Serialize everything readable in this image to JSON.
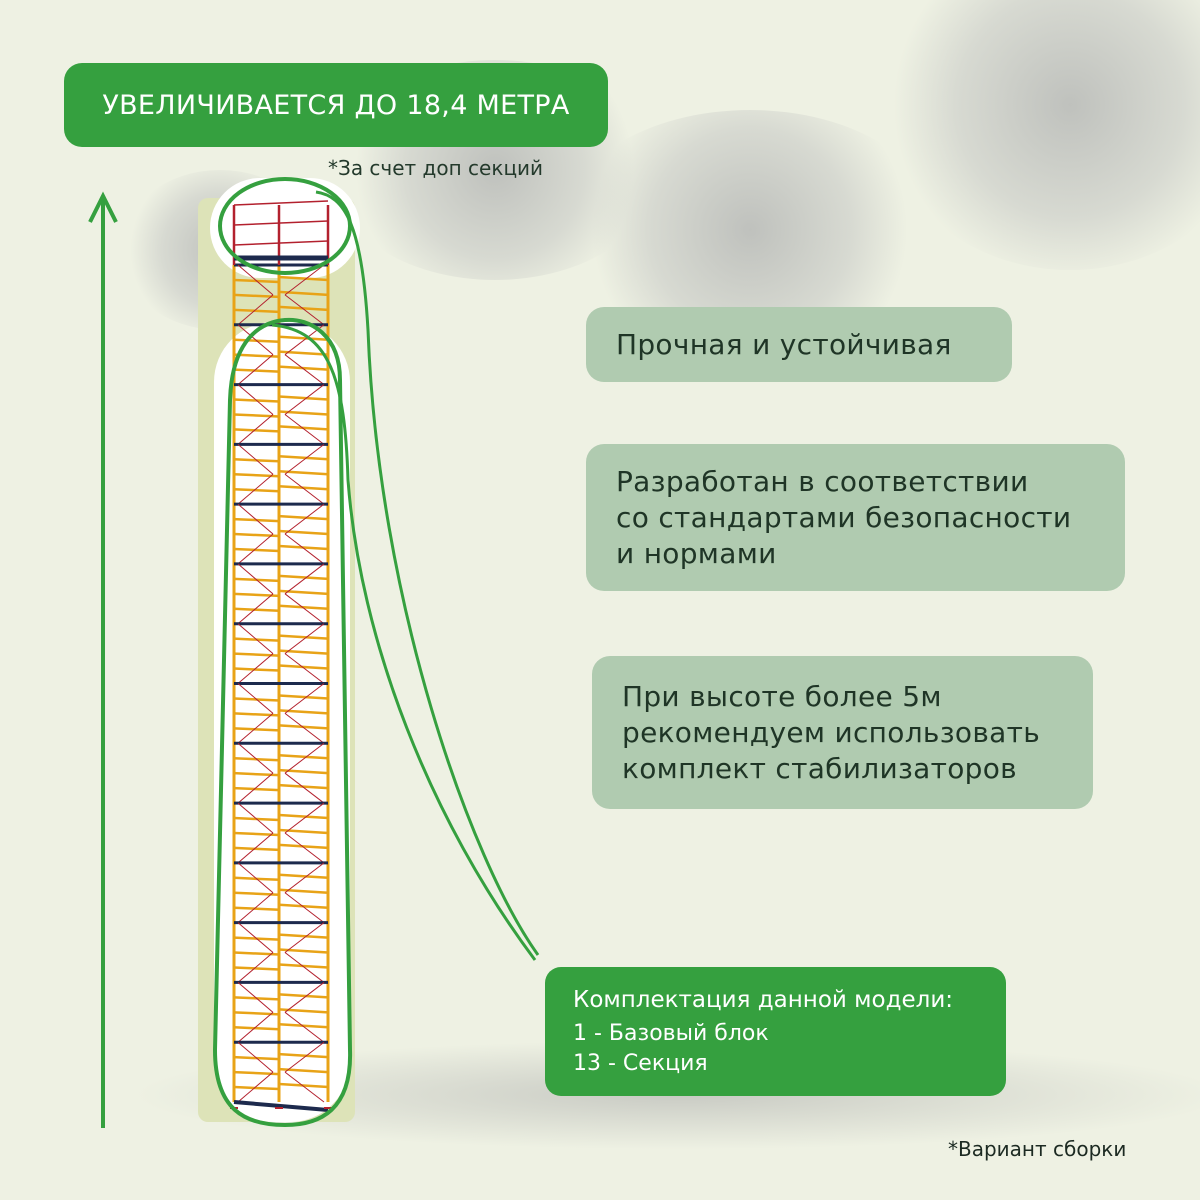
{
  "header": {
    "title": "УВЕЛИЧИВАЕТСЯ ДО 18,4 МЕТРА",
    "note": "*За счет доп секций"
  },
  "features": [
    {
      "text": "Прочная и устойчивая"
    },
    {
      "lines": [
        "Разработан в соответствии",
        "со стандартами безопасности",
        "и нормами"
      ]
    },
    {
      "lines": [
        "При высоте более 5м",
        "рекомендуем использовать",
        "комплект стабилизаторов"
      ]
    }
  ],
  "kit": {
    "title": "Комплектация данной модели:",
    "items": [
      "1 - Базовый блок",
      "13 - Секция"
    ]
  },
  "footer_note": "*Вариант сборки",
  "scaffold": {
    "base_blocks": 1,
    "sections": 13
  },
  "colors": {
    "accent": "#35a03f",
    "feature_box": "#b0cbb0",
    "frame": "#e8a317",
    "top_frame": "#b3212e",
    "crossbar": "#1d2a4d"
  }
}
